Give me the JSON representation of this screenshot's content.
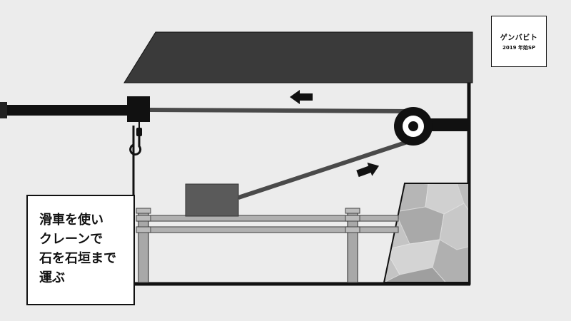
{
  "logo": {
    "title": "ゲンバビト",
    "subtitle": "2019 年始SP"
  },
  "caption": {
    "lines": [
      "滑車を使い",
      "クレーンで",
      "石を石垣まで",
      "運ぶ"
    ]
  },
  "colors": {
    "background": "#ececec",
    "roof": "#3a3a3a",
    "frame": "#111111",
    "cable": "#4a4a4a",
    "stone_block": "#5a5a5a",
    "railing": "#a8a8a8",
    "wall_stones": [
      "#c4c4c4",
      "#b2b2b2",
      "#d2d2d2",
      "#a6a6a6"
    ]
  },
  "icons": [
    "hook-icon",
    "pulley-icon",
    "arrow-left-icon",
    "arrow-right-up-icon"
  ]
}
